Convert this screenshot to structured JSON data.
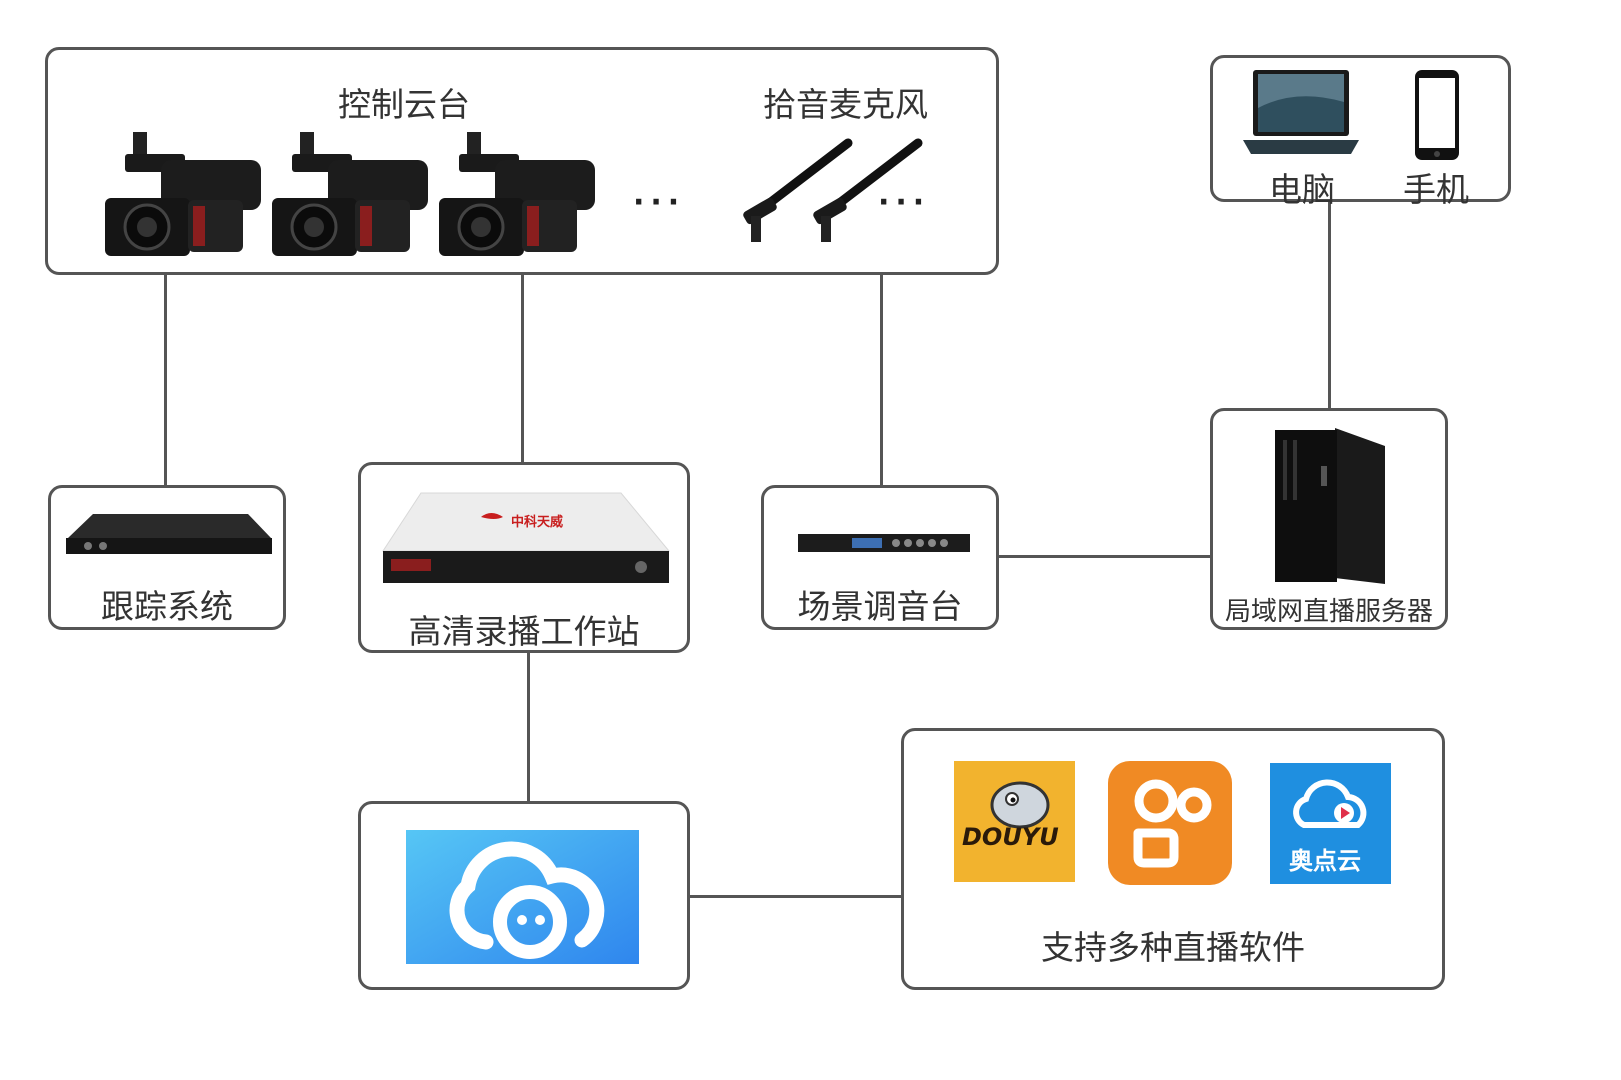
{
  "top_box": {
    "ptz_label": "控制云台",
    "mic_label": "拾音麦克风",
    "ptz_more": "···",
    "mic_more": "···"
  },
  "devices_box": {
    "pc_label": "电脑",
    "phone_label": "手机"
  },
  "tracking": {
    "label": "跟踪系统"
  },
  "workstation": {
    "label": "高清录播工作站",
    "brand": "中科天威"
  },
  "mixer": {
    "label": "场景调音台"
  },
  "server": {
    "label": "局域网直播服务器"
  },
  "platforms": {
    "label": "支持多种直播软件",
    "douyu_text": "DOUYU",
    "aodian_text": "奥点云"
  },
  "colors": {
    "border": "#555555",
    "cloud_blue": "#3a9df0",
    "douyu_yellow": "#f2b32e",
    "kuaishou_orange": "#f08a24",
    "aodian_blue": "#1f8fe0"
  }
}
